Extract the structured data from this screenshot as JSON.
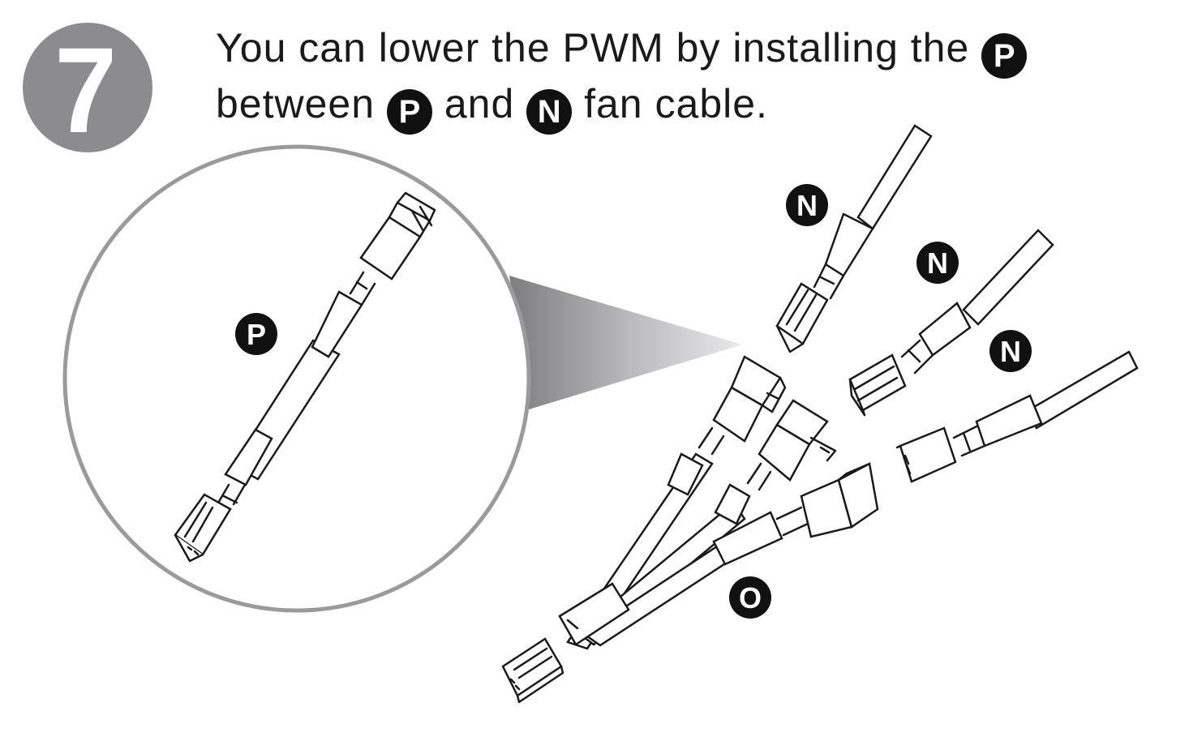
{
  "step": {
    "number": "7"
  },
  "instruction": {
    "line1_text": "You can lower the PWM by installing the",
    "line1_badge": "P",
    "line2_text_a": "between",
    "line2_badge_a": "P",
    "line2_text_b": "and",
    "line2_badge_b": "N",
    "line2_text_c": "fan cable."
  },
  "labels": {
    "adapter": "P",
    "fan_cable_1": "N",
    "fan_cable_2": "N",
    "fan_cable_3": "N",
    "splitter": "O"
  },
  "colors": {
    "step_badge": "#8c8c8e",
    "label_badge": "#111111",
    "magnifier_ring": "#9a9a9a"
  }
}
